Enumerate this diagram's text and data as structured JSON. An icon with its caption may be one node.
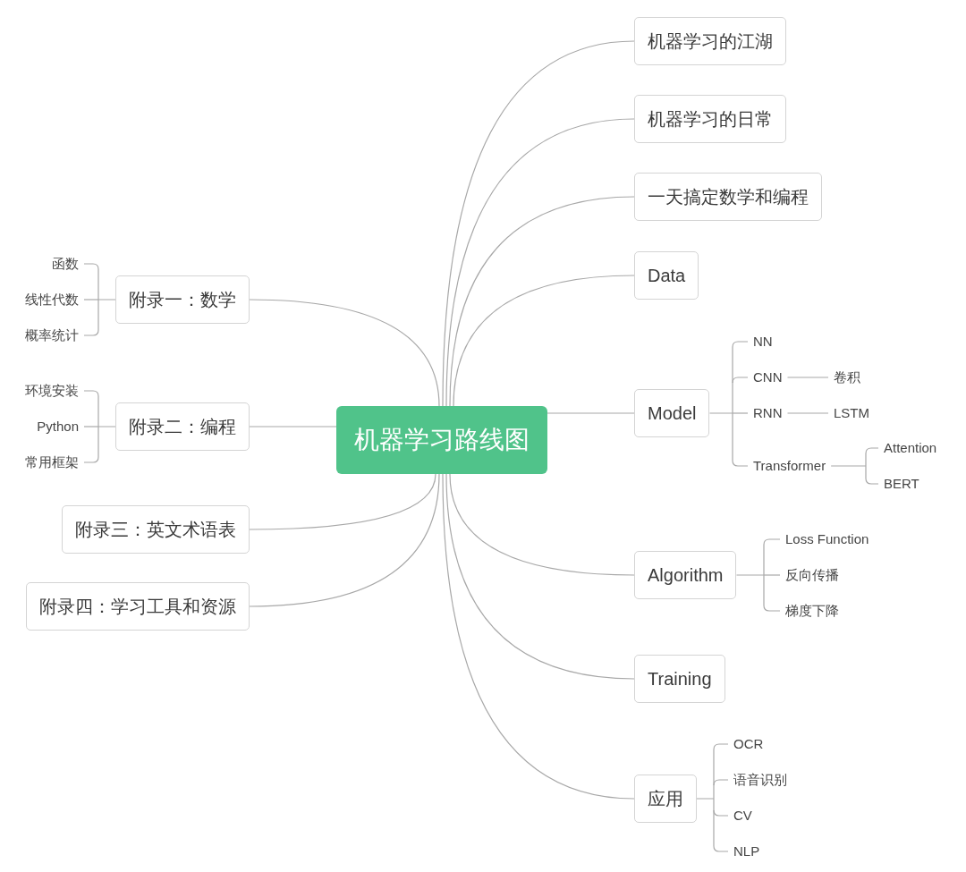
{
  "diagram": {
    "nodes": [
      {
        "text": [
          "机器学习路线图"
        ]
      },
      {
        "text": [
          "机器学习的江湖"
        ]
      },
      {
        "text": [
          "机器学习的日常"
        ]
      },
      {
        "text": [
          "一天搞定数学和编程"
        ]
      },
      {
        "text": [
          "Data"
        ]
      },
      {
        "text": [
          "Model"
        ]
      },
      {
        "text": [
          "NN"
        ]
      },
      {
        "text": [
          "CNN"
        ]
      },
      {
        "text": [
          "卷积"
        ]
      },
      {
        "text": [
          "RNN"
        ]
      },
      {
        "text": [
          "LSTM"
        ]
      },
      {
        "text": [
          "Transformer"
        ]
      },
      {
        "text": [
          "Attention"
        ]
      },
      {
        "text": [
          "BERT"
        ]
      },
      {
        "text": [
          "Algorithm"
        ]
      },
      {
        "text": [
          "Loss Function"
        ]
      },
      {
        "text": [
          "反向传播"
        ]
      },
      {
        "text": [
          "梯度下降"
        ]
      },
      {
        "text": [
          "Training"
        ]
      },
      {
        "text": [
          "应用"
        ]
      },
      {
        "text": [
          "OCR"
        ]
      },
      {
        "text": [
          "语音识别"
        ]
      },
      {
        "text": [
          "CV"
        ]
      },
      {
        "text": [
          "NLP"
        ]
      },
      {
        "text": [
          "附录一：数学"
        ]
      },
      {
        "text": [
          "函数"
        ]
      },
      {
        "text": [
          "线性代数"
        ]
      },
      {
        "text": [
          "概率统计"
        ]
      },
      {
        "text": [
          "附录二：编程"
        ]
      },
      {
        "text": [
          "环境安装"
        ]
      },
      {
        "text": [
          "Python"
        ]
      },
      {
        "text": [
          "常用框架"
        ]
      },
      {
        "text": [
          "附录三：英文术语表"
        ]
      },
      {
        "text": [
          "附录四：学习工具和资源"
        ]
      }
    ],
    "edges": [
      {
        "from": 0,
        "to": 1,
        "arrow": "none"
      },
      {
        "from": 0,
        "to": 2,
        "arrow": "none"
      },
      {
        "from": 0,
        "to": 3,
        "arrow": "none"
      },
      {
        "from": 0,
        "to": 4,
        "arrow": "none"
      },
      {
        "from": 0,
        "to": 5,
        "arrow": "none"
      },
      {
        "from": 0,
        "to": 14,
        "arrow": "none"
      },
      {
        "from": 0,
        "to": 18,
        "arrow": "none"
      },
      {
        "from": 0,
        "to": 19,
        "arrow": "none"
      },
      {
        "from": 0,
        "to": 24,
        "arrow": "none"
      },
      {
        "from": 0,
        "to": 28,
        "arrow": "none"
      },
      {
        "from": 0,
        "to": 32,
        "arrow": "none"
      },
      {
        "from": 0,
        "to": 33,
        "arrow": "none"
      },
      {
        "from": 5,
        "to": 6,
        "arrow": "none"
      },
      {
        "from": 5,
        "to": 7,
        "arrow": "none"
      },
      {
        "from": 7,
        "to": 8,
        "arrow": "none"
      },
      {
        "from": 5,
        "to": 9,
        "arrow": "none"
      },
      {
        "from": 9,
        "to": 10,
        "arrow": "none"
      },
      {
        "from": 5,
        "to": 11,
        "arrow": "none"
      },
      {
        "from": 11,
        "to": 12,
        "arrow": "none"
      },
      {
        "from": 11,
        "to": 13,
        "arrow": "none"
      },
      {
        "from": 14,
        "to": 15,
        "arrow": "none"
      },
      {
        "from": 14,
        "to": 16,
        "arrow": "none"
      },
      {
        "from": 14,
        "to": 17,
        "arrow": "none"
      },
      {
        "from": 19,
        "to": 20,
        "arrow": "none"
      },
      {
        "from": 19,
        "to": 21,
        "arrow": "none"
      },
      {
        "from": 19,
        "to": 22,
        "arrow": "none"
      },
      {
        "from": 19,
        "to": 23,
        "arrow": "none"
      },
      {
        "from": 24,
        "to": 25,
        "arrow": "none"
      },
      {
        "from": 24,
        "to": 26,
        "arrow": "none"
      },
      {
        "from": 24,
        "to": 27,
        "arrow": "none"
      },
      {
        "from": 28,
        "to": 29,
        "arrow": "none"
      },
      {
        "from": 28,
        "to": 30,
        "arrow": "none"
      },
      {
        "from": 28,
        "to": 31,
        "arrow": "none"
      }
    ]
  }
}
